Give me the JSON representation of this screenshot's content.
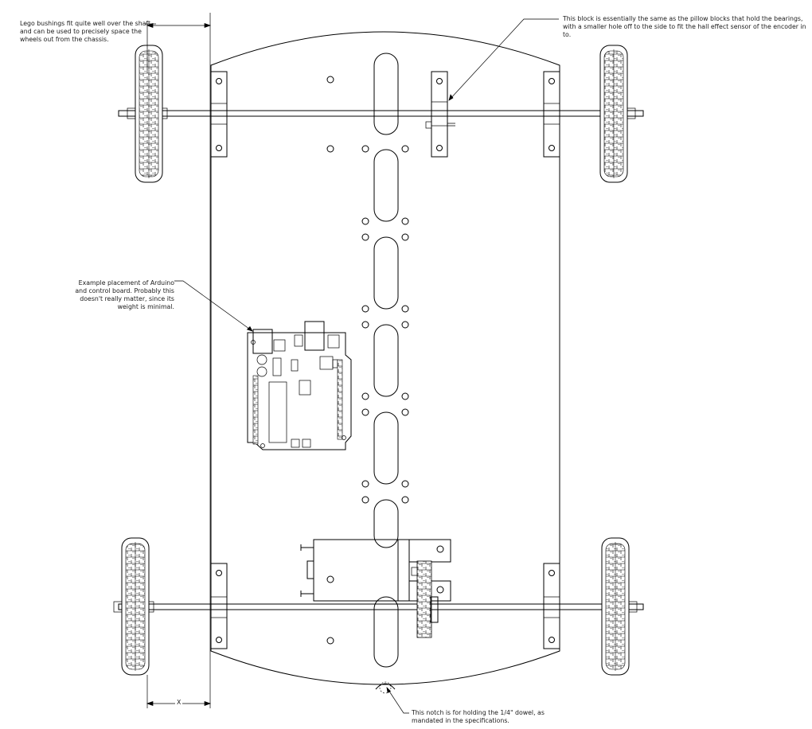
{
  "notes": {
    "lego_bushings": "Lego bushings fit quite well over the shaft and can be used to precisely space the wheels out from the chassis.",
    "pillow_block": "This block is essentially the same as the pillow blocks that hold the bearings, with a smaller hole off to the side to fit the hall effect sensor of the encoder in to.",
    "arduino": "Example placement of Arduino and control board. Probably this doesn't really matter, since its weight is minimal.",
    "notch": "This notch is for holding the 1/4\" dowel, as mandated in the specifications."
  },
  "dimension_label": "X"
}
